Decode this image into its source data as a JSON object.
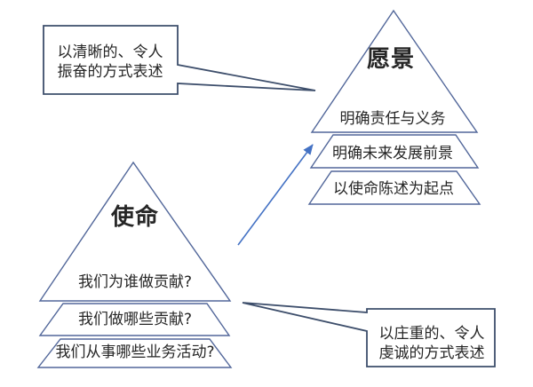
{
  "colors": {
    "background": "#ffffff",
    "pyramid_outline": "#52679a",
    "callout_outline": "#3d4e6b",
    "arrow": "#4472c4",
    "text": "#262626"
  },
  "mission_pyramid": {
    "title": "使命",
    "tiers": [
      "我们为谁做贡献?",
      "我们做哪些贡献?",
      "我们从事哪些业务活动?"
    ]
  },
  "vision_pyramid": {
    "title": "愿景",
    "tiers": [
      "明确责任与义务",
      "明确未来发展前景",
      "以使命陈述为起点"
    ]
  },
  "callouts": {
    "vision_note": {
      "lines": [
        "以清晰的、令人",
        "振奋的方式表述"
      ]
    },
    "mission_note": {
      "lines": [
        "以庄重的、令人",
        "虔诚的方式表述"
      ]
    }
  },
  "icons": {
    "mission_to_vision_arrow": "↗"
  }
}
